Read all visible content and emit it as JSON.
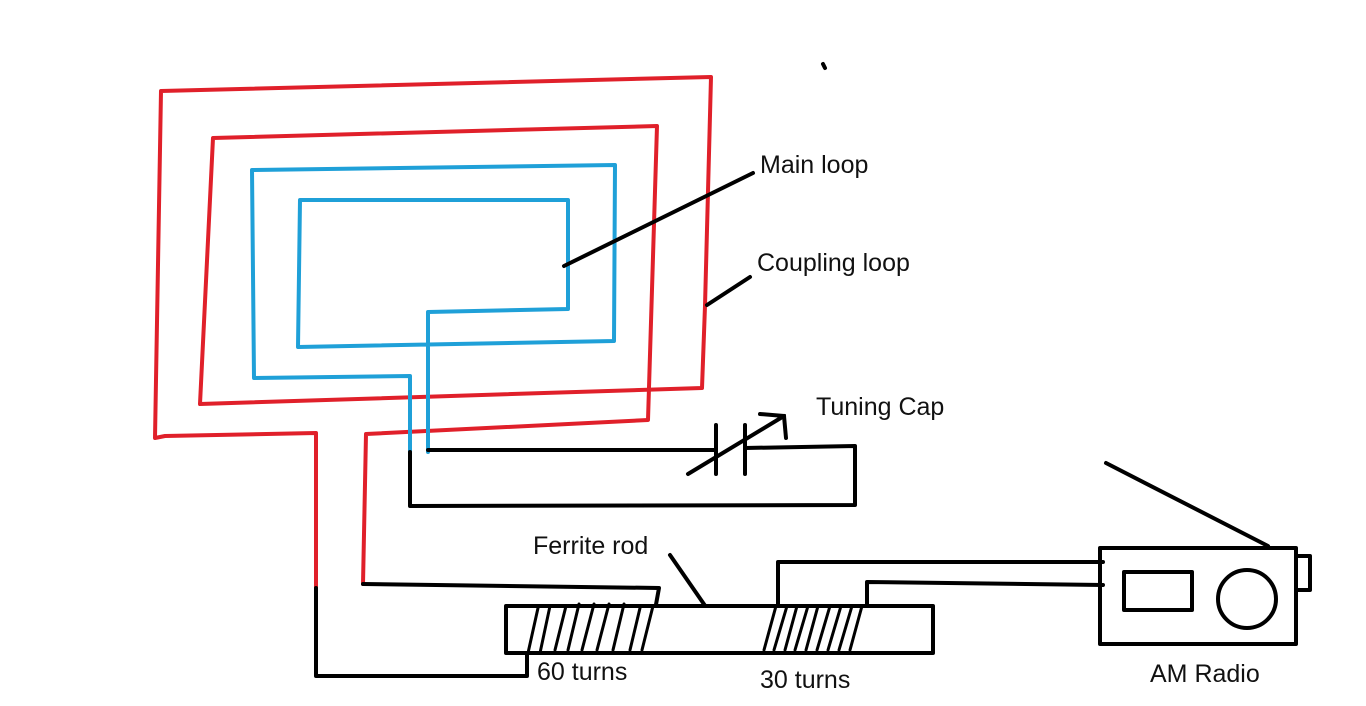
{
  "colors": {
    "coupling_loop": "#e0202a",
    "main_loop": "#1fa0d8",
    "wire": "#000000",
    "background": "#ffffff"
  },
  "labels": {
    "main_loop": "Main loop",
    "coupling_loop": "Coupling loop",
    "tuning_cap": "Tuning Cap",
    "ferrite_rod": "Ferrite rod",
    "turns_60": "60 turns",
    "turns_30": "30 turns",
    "am_radio": "AM Radio"
  },
  "icons": {
    "tuning_capacitor": "variable-capacitor-icon",
    "radio": "radio-icon"
  }
}
